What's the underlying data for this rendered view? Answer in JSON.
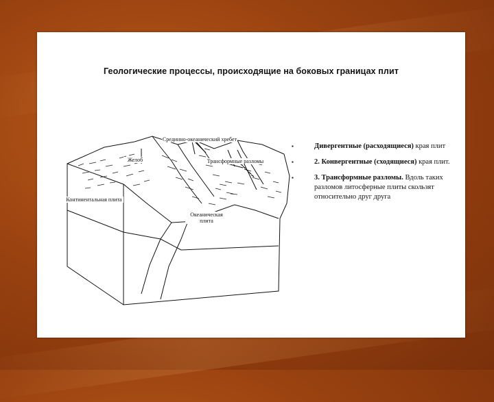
{
  "slide": {
    "title": "Геологические процессы, происходящие на боковых границах плит"
  },
  "diagram": {
    "labels": {
      "ridge": "Срединно-океанический хребет",
      "rift": "Желоб",
      "transform_fault": "Трансформные разломы",
      "continental_plate": "Континентальная плита",
      "oceanic_plate": "Океаническая плита"
    }
  },
  "bullets": [
    {
      "marker": "▪",
      "bold": "Дивергентные (расходящиеся)",
      "rest": " края плит"
    },
    {
      "marker": "▪",
      "bold": "2. Конвергентные (сходящиеся)",
      "rest": " края плит."
    },
    {
      "marker": "▪",
      "bold": "3. Трансформные разломы.",
      "rest": " Вдоль таких разломов литосферные плиты скользят относительно друг друга"
    }
  ]
}
